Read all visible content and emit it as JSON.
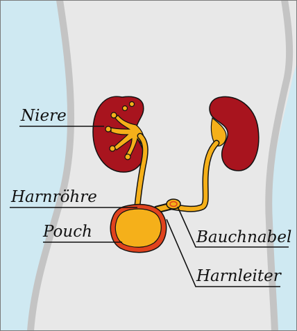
{
  "labels": {
    "niere": "Niere",
    "harnroehre": "Harnröhre",
    "pouch": "Pouch",
    "bauchnabel": "Bauchnabel",
    "harnleiter": "Harnleiter"
  },
  "colors": {
    "background_blue": "#cfe9f2",
    "body_fill": "#e8e8e8",
    "body_outline": "#c4c4c4",
    "kidney_red": "#a8141e",
    "organ_yellow": "#f5b01a",
    "pouch_outline": "#e0431e",
    "leader_line": "#111111"
  }
}
